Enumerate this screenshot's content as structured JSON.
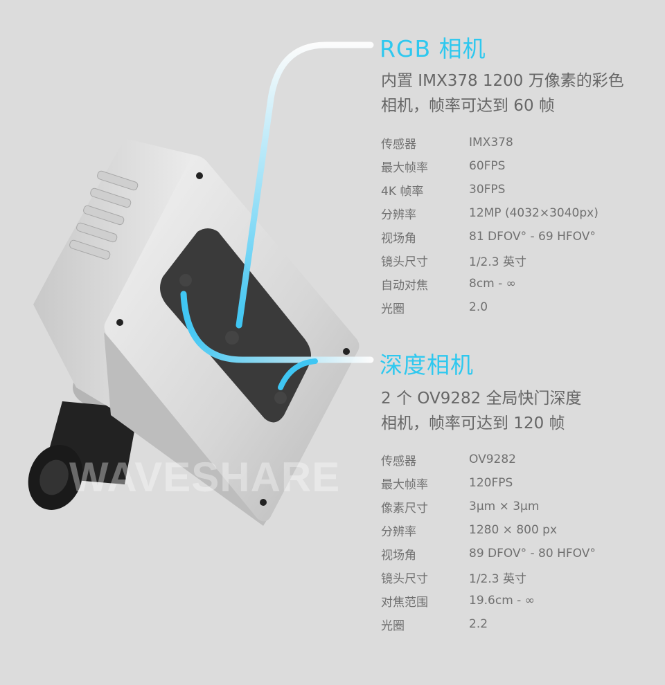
{
  "brand_watermark": "WAVESHARE",
  "accent_color": "#2ec8ef",
  "rgb_camera": {
    "title": "RGB 相机",
    "description_lines": [
      "内置 IMX378 1200 万像素的彩色",
      "相机，帧率可达到 60 帧"
    ],
    "specs": [
      {
        "label": "传感器",
        "value": "IMX378"
      },
      {
        "label": "最大帧率",
        "value": "60FPS"
      },
      {
        "label": "4K 帧率",
        "value": "30FPS"
      },
      {
        "label": "分辨率",
        "value": "12MP (4032×3040px)"
      },
      {
        "label": "视场角",
        "value": "81 DFOV° - 69 HFOV°"
      },
      {
        "label": "镜头尺寸",
        "value": "1/2.3 英寸"
      },
      {
        "label": "自动对焦",
        "value": "8cm - ∞"
      },
      {
        "label": "光圈",
        "value": "2.0"
      }
    ]
  },
  "depth_camera": {
    "title": "深度相机",
    "description_lines": [
      "2 个 OV9282 全局快门深度",
      "相机，帧率可达到 120 帧"
    ],
    "specs": [
      {
        "label": "传感器",
        "value": "OV9282"
      },
      {
        "label": "最大帧率",
        "value": "120FPS"
      },
      {
        "label": "像素尺寸",
        "value": "3μm × 3μm"
      },
      {
        "label": "分辨率",
        "value": "1280 × 800 px"
      },
      {
        "label": "视场角",
        "value": "89 DFOV° - 80 HFOV°"
      },
      {
        "label": "镜头尺寸",
        "value": "1/2.3 英寸"
      },
      {
        "label": "对焦范围",
        "value": "19.6cm - ∞"
      },
      {
        "label": "光圈",
        "value": "2.2"
      }
    ]
  }
}
